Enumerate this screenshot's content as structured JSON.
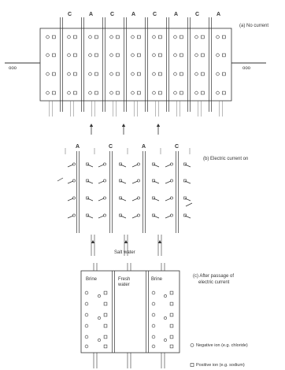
{
  "panel_a": {
    "membranes": [
      "C",
      "A",
      "C",
      "A",
      "C",
      "A",
      "C",
      "A"
    ],
    "caption": "(a) No current",
    "electrode_left": "ooo",
    "electrode_right": "ooo"
  },
  "panel_b": {
    "membranes": [
      "A",
      "C",
      "A",
      "C"
    ],
    "caption": "(b) Electric current on",
    "inlet_label": "Salt water"
  },
  "panel_c": {
    "compartments": [
      {
        "label_line1": "Brine",
        "label_line2": ""
      },
      {
        "label_line1": "Fresh",
        "label_line2": "water"
      },
      {
        "label_line1": "Brine",
        "label_line2": ""
      }
    ],
    "caption_line1": "(c) After passage of",
    "caption_line2": "electric current",
    "legend_negative": "Negative ion (e.g. chloride)",
    "legend_positive": "Positive ion (e.g. sodium)"
  },
  "colors": {
    "ink": "#333333",
    "faint": "#777777",
    "background": "#ffffff"
  }
}
